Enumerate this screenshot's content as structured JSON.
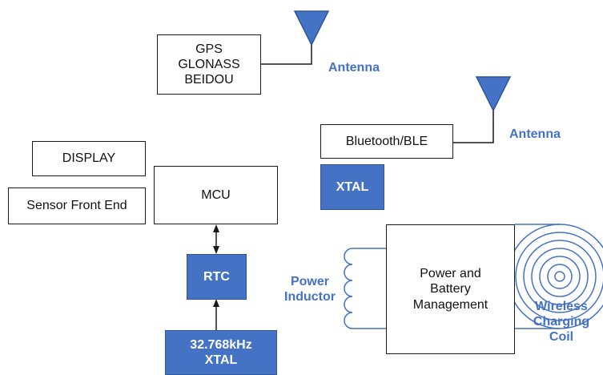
{
  "gps_block": {
    "line1": "GPS",
    "line2": "GLONASS",
    "line3": "BEIDOU"
  },
  "gps_antenna_label": "Antenna",
  "bluetooth_block": "Bluetooth/BLE",
  "bluetooth_antenna_label": "Antenna",
  "bluetooth_xtal": "XTAL",
  "display_block": "DISPLAY",
  "sensor_block": "Sensor Front End",
  "mcu_block": "MCU",
  "rtc_block": "RTC",
  "clock_xtal": {
    "line1": "32.768kHz",
    "line2": "XTAL"
  },
  "power_block": {
    "line1": "Power and",
    "line2": "Battery",
    "line3": "Management"
  },
  "inductor_label": {
    "line1": "Power",
    "line2": "Inductor"
  },
  "coil_label": {
    "line1": "Wireless",
    "line2": "Charging",
    "line3": "Coil"
  },
  "colors": {
    "accent": "#4472c4",
    "accent_border": "#2f5597",
    "line": "#1a1a1a"
  }
}
